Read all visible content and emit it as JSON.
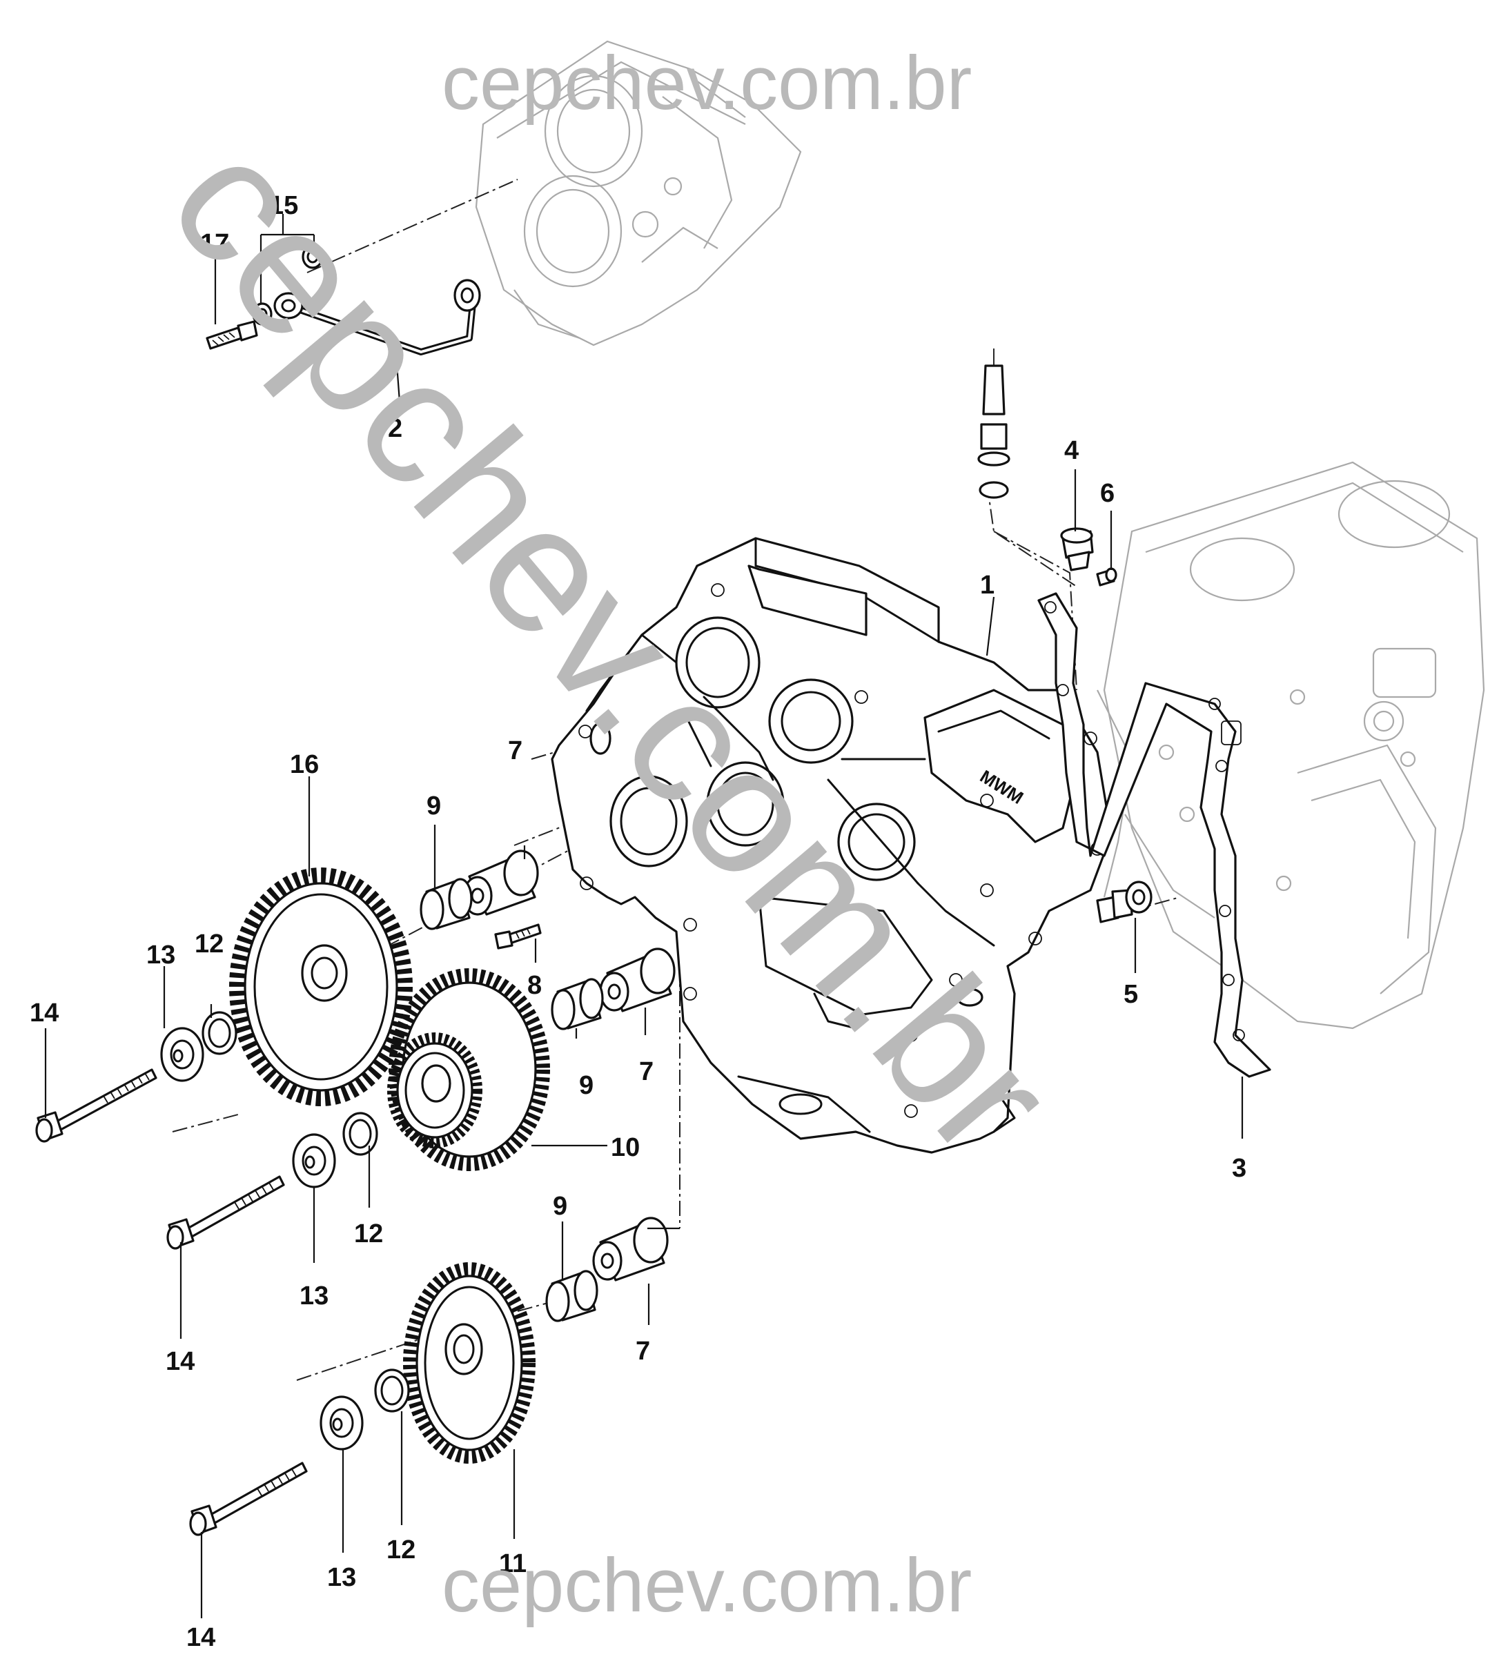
{
  "watermarks": {
    "top": "cepchev.com.br",
    "diagonal": "cepchev.com.br",
    "bottom": "cepchev.com.br"
  },
  "logo_text": "MWM",
  "callouts": {
    "c1": "1",
    "c2": "2",
    "c3": "3",
    "c4": "4",
    "c5": "5",
    "c6": "6",
    "c7a": "7",
    "c7b": "7",
    "c7c": "7",
    "c8": "8",
    "c9a": "9",
    "c9b": "9",
    "c9c": "9",
    "c10": "10",
    "c11": "11",
    "c12a": "12",
    "c12b": "12",
    "c12c": "12",
    "c13a": "13",
    "c13b": "13",
    "c13c": "13",
    "c14a": "14",
    "c14b": "14",
    "c14c": "14",
    "c15": "15",
    "c16": "16",
    "c17": "17"
  },
  "colors": {
    "linework": "#111111",
    "ghost_linework": "#a9a9a9",
    "watermark": "#b9b9b9",
    "background": "#ffffff"
  }
}
